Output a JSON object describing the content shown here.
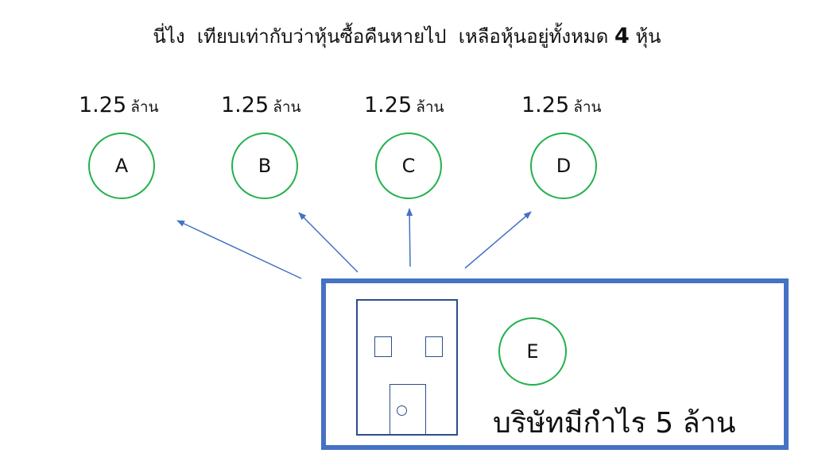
{
  "title": {
    "text": "นี่ไง  เทียบเท่ากับว่าหุ้นซื้อคืนหายไป  เหลือหุ้นอยู่ทั้งหมด ",
    "number": "4",
    "unit": " หุ้น"
  },
  "shareholders": [
    {
      "label": "A",
      "amount": "1.25",
      "unit": "ล้าน"
    },
    {
      "label": "B",
      "amount": "1.25",
      "unit": "ล้าน"
    },
    {
      "label": "C",
      "amount": "1.25",
      "unit": "ล้าน"
    },
    {
      "label": "D",
      "amount": "1.25",
      "unit": "ล้าน"
    }
  ],
  "company": {
    "label": "E",
    "profit_text": "บริษัทมีกำไร 5 ล้าน"
  },
  "colors": {
    "node_border": "#22b14c",
    "box_border": "#4472c4",
    "arrow": "#4472c4",
    "building": "#2f4c8a"
  }
}
